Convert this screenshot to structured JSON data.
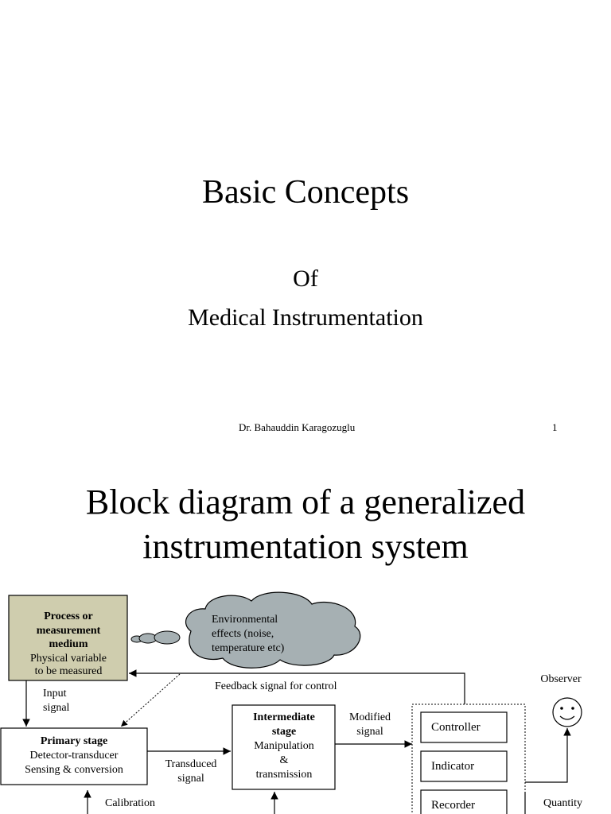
{
  "slide1": {
    "title": "Basic Concepts",
    "of": "Of",
    "subtitle": "Medical Instrumentation",
    "author": "Dr. Bahauddin Karagozuglu",
    "page_number": "1"
  },
  "slide2": {
    "title_line1": "Block diagram of a generalized",
    "title_line2": "instrumentation system",
    "diagram": {
      "process_box": {
        "line1": "Process or",
        "line2": "measurement",
        "line3": "medium",
        "line4": "Physical variable",
        "line5": "to be measured"
      },
      "environment_cloud": {
        "line1": "Environmental",
        "line2": "effects (noise,",
        "line3": "temperature etc)"
      },
      "feedback_label": "Feedback signal for control",
      "observer_label": "Observer",
      "input_signal": {
        "line1": "Input",
        "line2": "signal"
      },
      "primary_stage": {
        "line1": "Primary stage",
        "line2": "Detector-transducer",
        "line3": "Sensing & conversion"
      },
      "transduced_signal": {
        "line1": "Transduced",
        "line2": "signal"
      },
      "intermediate_stage": {
        "line1": "Intermediate",
        "line2": "stage",
        "line3": "Manipulation",
        "line4": "&",
        "line5": "transmission"
      },
      "modified_signal": {
        "line1": "Modified",
        "line2": "signal"
      },
      "outputs": [
        "Controller",
        "Indicator",
        "Recorder"
      ],
      "calibration_label": "Calibration",
      "quantity_label": "Quantity",
      "colors": {
        "process_fill": "#cfcdae",
        "cloud_fill": "#a6b0b3"
      }
    }
  }
}
